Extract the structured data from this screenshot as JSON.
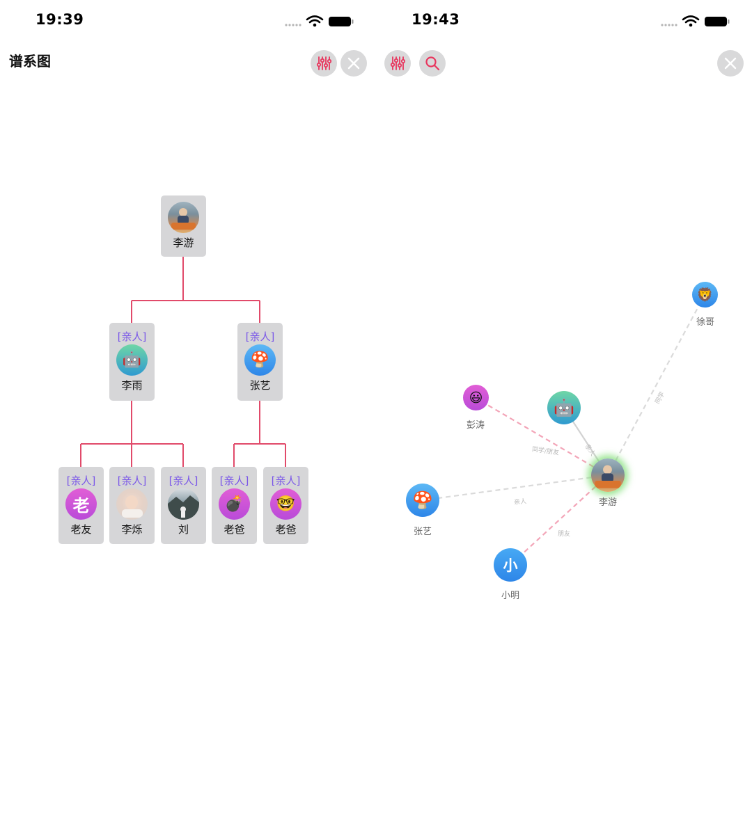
{
  "left": {
    "status_time": "19:39",
    "title": "谱系图",
    "buttons": {
      "filter_icon": "sliders-icon",
      "close_icon": "close-icon"
    },
    "tree": {
      "root": {
        "name": "李游",
        "avatar": "photo-avatar"
      },
      "level1": [
        {
          "relation": "[亲人]",
          "name": "李雨",
          "avatar_glyph": "🤖",
          "avatar_icon": "robot-icon"
        },
        {
          "relation": "[亲人]",
          "name": "张艺",
          "avatar_glyph": "🍄",
          "avatar_icon": "mushroom-icon"
        }
      ],
      "level2": [
        {
          "relation": "[亲人]",
          "name": "老友",
          "avatar_glyph": "老"
        },
        {
          "relation": "[亲人]",
          "name": "李烁",
          "avatar_icon": "baby-photo-avatar"
        },
        {
          "relation": "[亲人]",
          "name": "刘",
          "avatar_icon": "landscape-photo-avatar"
        },
        {
          "relation": "[亲人]",
          "name": "老爸",
          "avatar_glyph": "💣",
          "avatar_icon": "bomb-icon"
        },
        {
          "relation": "[亲人]",
          "name": "老爸",
          "avatar_glyph": "🤓",
          "avatar_icon": "nerd-face-icon"
        }
      ]
    }
  },
  "right": {
    "status_time": "19:43",
    "buttons": {
      "filter_icon": "sliders-icon",
      "search_icon": "search-icon",
      "close_icon": "close-icon"
    },
    "graph": {
      "center": {
        "name": "李游",
        "avatar": "photo-avatar"
      },
      "nodes": [
        {
          "name": "徐哥",
          "glyph": "🦁",
          "icon": "lion-icon"
        },
        {
          "name": "彭涛",
          "glyph": "😃",
          "icon": "smiley-icon"
        },
        {
          "name": "",
          "glyph": "🤖",
          "icon": "robot-icon"
        },
        {
          "name": "张艺",
          "glyph": "🍄",
          "icon": "mushroom-icon"
        },
        {
          "name": "小明",
          "glyph": "小",
          "icon": "text-avatar"
        }
      ],
      "edges": [
        {
          "label": "同学"
        },
        {
          "label": "同学/朋友"
        },
        {
          "label": "亲人"
        },
        {
          "label": "亲人"
        },
        {
          "label": "朋友"
        }
      ]
    }
  },
  "colors": {
    "tree_line": "#e14a6a",
    "relation_text": "#7a57e8",
    "accent_icon": "#e8365e",
    "card_bg": "#d6d6d8",
    "button_bg": "#d9d9da",
    "edge_pink": "#f3a5b8",
    "edge_gray": "#d2d2d2"
  }
}
